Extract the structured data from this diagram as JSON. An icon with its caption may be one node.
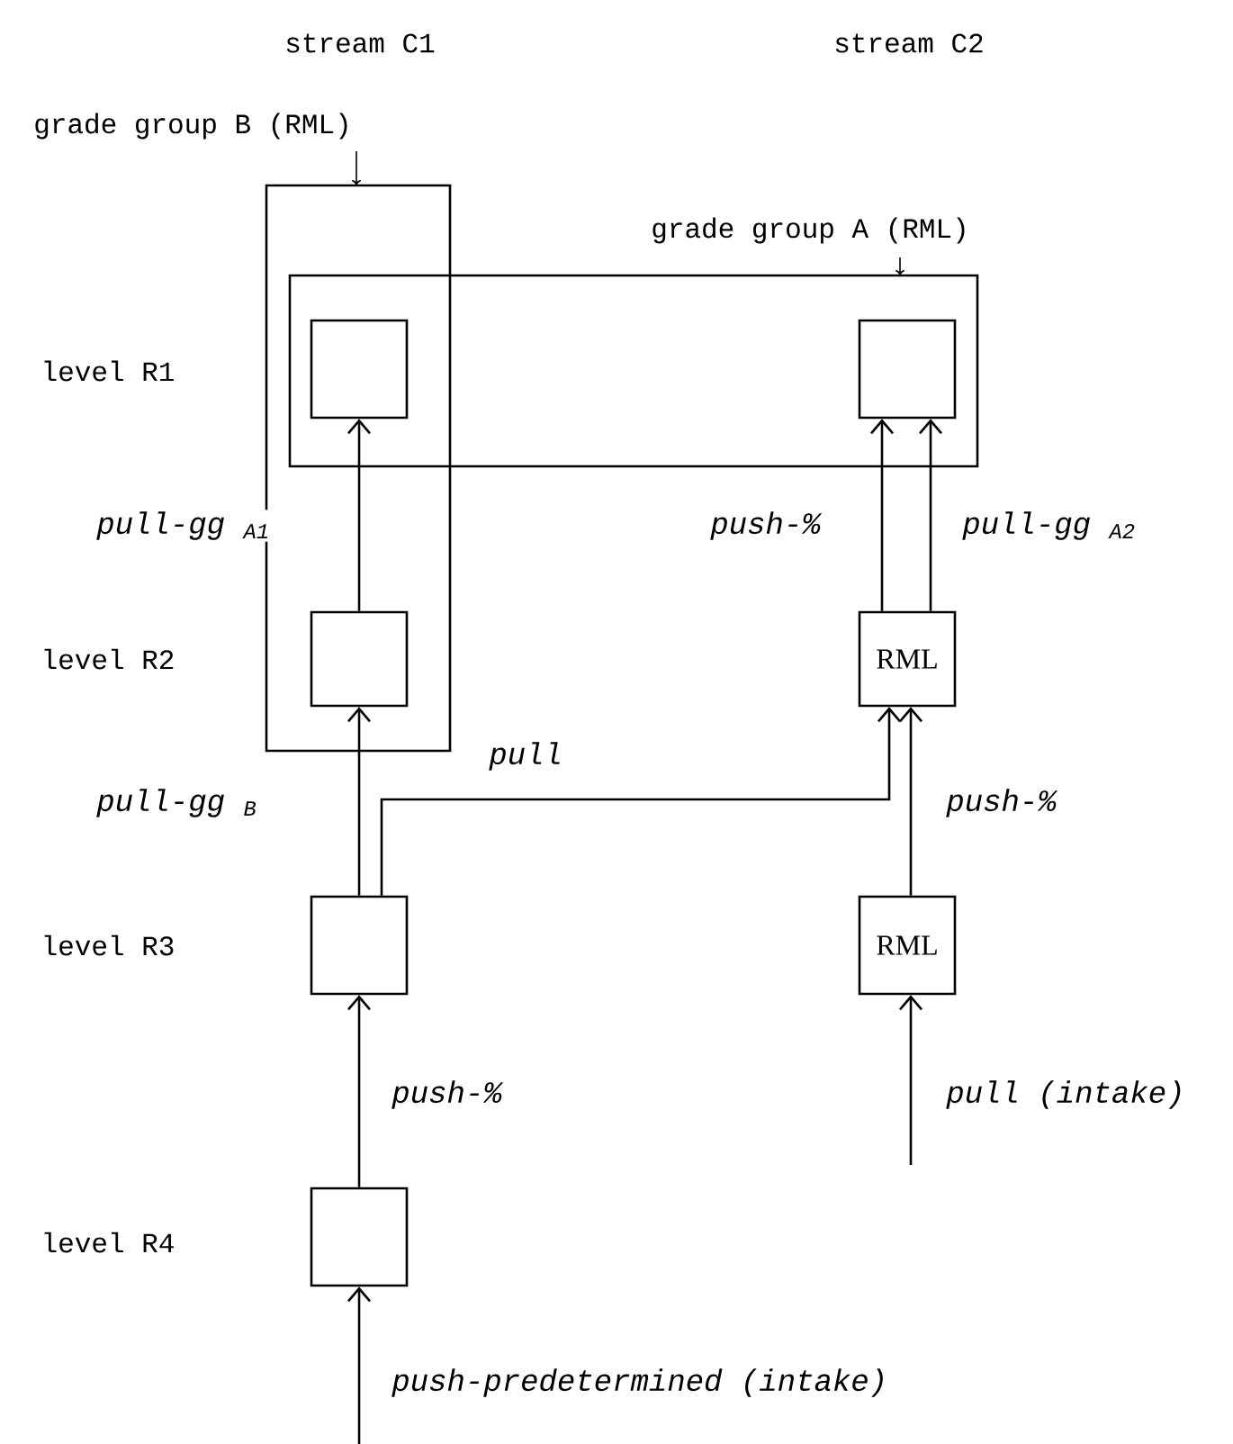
{
  "diagram": {
    "nodes": [
      {
        "text": [
          "grade group B (RML)"
        ]
      },
      {
        "text": [
          "grade group A (RML)"
        ]
      },
      {
        "text": [],
        "shape": "box"
      },
      {
        "text": [],
        "shape": "box",
        "in": 1
      },
      {
        "text": [],
        "shape": "box",
        "in": 0
      },
      {
        "text": [
          "RML"
        ]
      },
      {
        "text": [],
        "shape": "box"
      },
      {
        "text": [
          "RML"
        ]
      },
      {
        "text": [],
        "shape": "box"
      }
    ],
    "edges": [
      {
        "from": 4,
        "to": 2,
        "arrow": "to",
        "label": "pull-gg $_{A1}$"
      },
      {
        "from": 5,
        "to": 3,
        "arrow": "to",
        "label": "push-%"
      },
      {
        "from": 5,
        "to": 3,
        "arrow": "to",
        "label": "pull-gg $_{A2}$"
      },
      {
        "from": 6,
        "to": 4,
        "arrow": "to",
        "label": "pull-gg $_{B}$"
      },
      {
        "from": 6,
        "to": 5,
        "arrow": "to",
        "label": "pull"
      },
      {
        "from": 7,
        "to": 5,
        "arrow": "to",
        "label": "push-%"
      },
      {
        "from": 8,
        "to": 6,
        "arrow": "to",
        "label": "push-%"
      },
      {
        "from": null,
        "to": 7,
        "arrow": "to",
        "label": "pull (intake)"
      },
      {
        "from": null,
        "to": 8,
        "arrow": "to",
        "label": "push-predetermined (intake)"
      }
    ],
    "labels": [
      "stream C1",
      "stream C2",
      "level R1",
      "level R2",
      "level R3",
      "level R4"
    ]
  }
}
